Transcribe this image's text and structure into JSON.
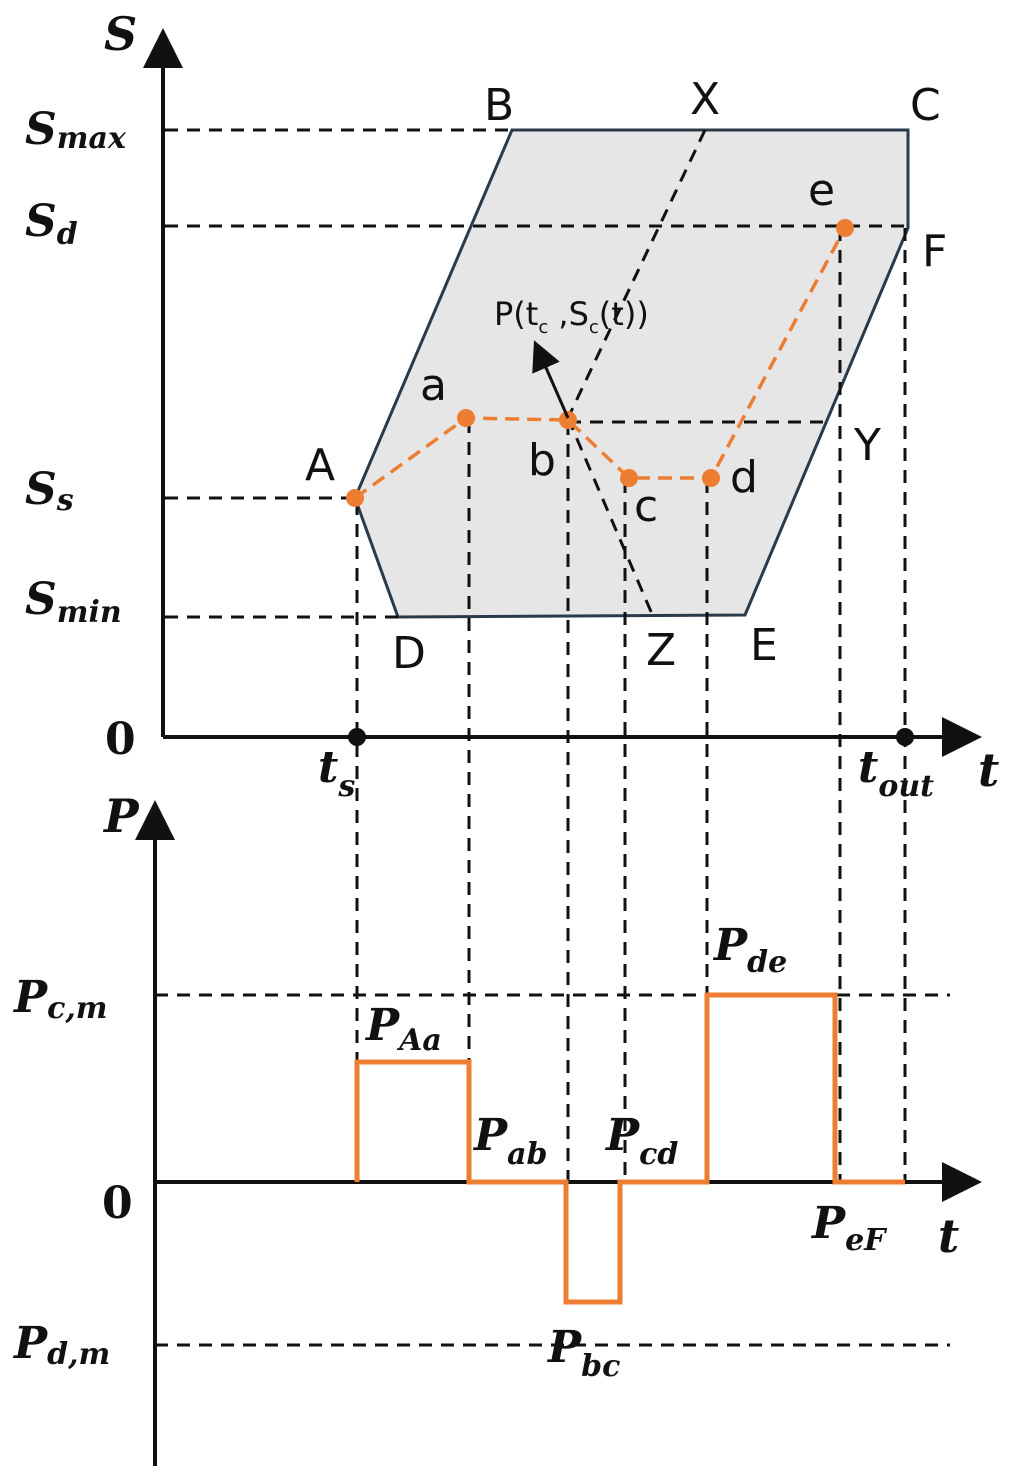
{
  "upper_axis": {
    "y_title": "S",
    "x_title": "t",
    "origin": "0",
    "y_levels": [
      {
        "main": "S",
        "sub": "max"
      },
      {
        "main": "S",
        "sub": "d"
      },
      {
        "main": "S",
        "sub": "s"
      },
      {
        "main": "S",
        "sub": "min"
      }
    ],
    "x_ticks": [
      {
        "main": "t",
        "sub": "s"
      },
      {
        "main": "t",
        "sub": "out"
      }
    ]
  },
  "region": {
    "fill_color": "#e6e6e6",
    "edge_color": "#2a3a4a",
    "vertices": [
      "A",
      "B",
      "C",
      "F",
      "E",
      "D"
    ]
  },
  "region_labels": [
    "A",
    "B",
    "C",
    "D",
    "E",
    "F",
    "X",
    "Y",
    "Z"
  ],
  "trajectory": {
    "color": "#ed7d31",
    "points": [
      "a",
      "b",
      "c",
      "d",
      "e"
    ]
  },
  "annotation": {
    "p": "P(t",
    "c1": "c",
    "mid": " ,S",
    "c2": "c",
    "end": "(t))"
  },
  "lower_axis": {
    "y_title": "P",
    "x_title": "t",
    "origin": "0",
    "y_levels": [
      {
        "main": "P",
        "sub": "c,m"
      },
      {
        "main": "P",
        "sub": "d,m"
      }
    ]
  },
  "power_labels": [
    {
      "main": "P",
      "sub": "Aa"
    },
    {
      "main": "P",
      "sub": "ab"
    },
    {
      "main": "P",
      "sub": "cd"
    },
    {
      "main": "P",
      "sub": "de"
    },
    {
      "main": "P",
      "sub": "eF"
    },
    {
      "main": "P",
      "sub": "bc"
    }
  ],
  "power_profile": {
    "color": "#ed7d31",
    "segments": [
      {
        "label": "Aa",
        "level": "positive"
      },
      {
        "label": "ab",
        "level": "zero"
      },
      {
        "label": "bc",
        "level": "negative"
      },
      {
        "label": "cd",
        "level": "zero"
      },
      {
        "label": "de",
        "level": "P_c,m"
      },
      {
        "label": "eF",
        "level": "zero"
      }
    ]
  }
}
